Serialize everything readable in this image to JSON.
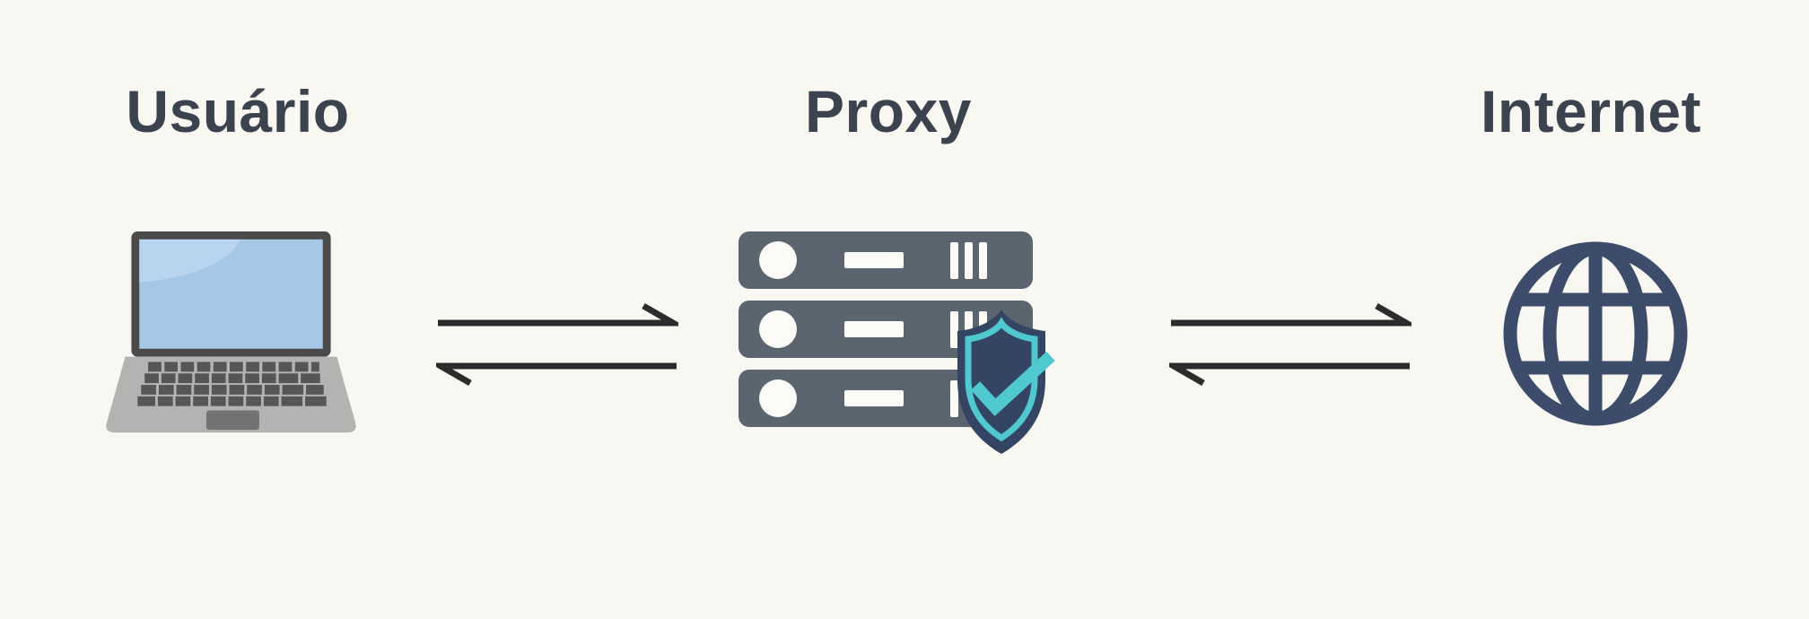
{
  "diagram_title": "proxy-flow-diagram",
  "nodes": [
    {
      "id": "user",
      "label": "Usuário",
      "icon": "laptop-icon"
    },
    {
      "id": "proxy",
      "label": "Proxy",
      "icon": "server-stack-icon+shield-check-icon"
    },
    {
      "id": "internet",
      "label": "Internet",
      "icon": "globe-icon"
    }
  ],
  "connections": [
    {
      "from": "user",
      "to": "proxy",
      "style": "bidirectional-exchange-arrows"
    },
    {
      "from": "proxy",
      "to": "internet",
      "style": "bidirectional-exchange-arrows"
    }
  ],
  "colors": {
    "bg": "#f8f7f2",
    "label": "#3b434e",
    "arrow": "#2c2c2c",
    "server-gray": "#5b6570",
    "server-detail": "#fcfbf8",
    "shield-navy": "#344463",
    "globe-navy": "#3d4c6b",
    "teal": "#50c8cf",
    "laptop-bezel": "#4a4a4a",
    "laptop-screen": "#a7c7e6",
    "laptop-screen-hl": "#bcd6ee",
    "laptop-body": "#b3b3b2",
    "laptop-key": "#565656",
    "laptop-trackpad": "#737372"
  }
}
